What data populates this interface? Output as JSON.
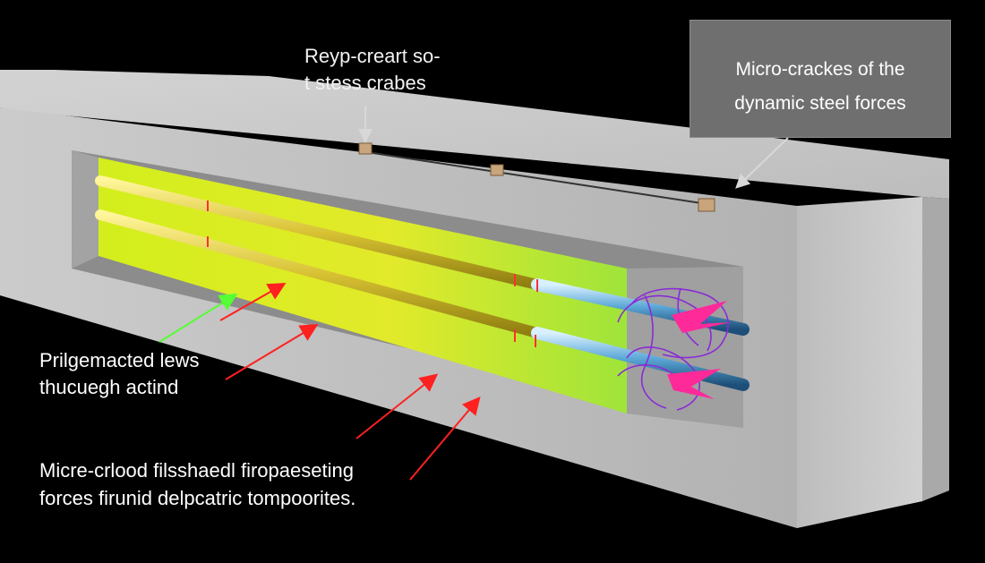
{
  "labels": {
    "top_annotation": [
      "Reyp-creart so-",
      "t stess crabes"
    ],
    "callout": [
      "Micro-crackes of the",
      "dynamic steel forces"
    ],
    "left_middle": [
      "Prilgemacted lews",
      "thucuegh actind"
    ],
    "bottom": [
      "Micre-crlood filsshaedl firopaeseting",
      "forces firunid delpcatric tompoorites."
    ]
  },
  "colors": {
    "background": "#000000",
    "concrete": "#c9c9c9",
    "concrete_dark": "#9e9e9e",
    "cutaway_fill": "#d9e82a",
    "cutaway_green": "#9be62a",
    "rebar": "#e6d84a",
    "rebar_steel": "#5aa6d6",
    "arrow_red": "#ff2020",
    "arrow_green": "#55ff33",
    "crack_network": "#8a2bd6",
    "crack_pink": "#ff2a9a",
    "callout_bg": "#6f6f6f"
  },
  "icons": {
    "strain_gauge": "sensor-block-icon",
    "force_arrow": "red-arrow-icon",
    "pointer_arrow": "green-arrow-icon"
  }
}
